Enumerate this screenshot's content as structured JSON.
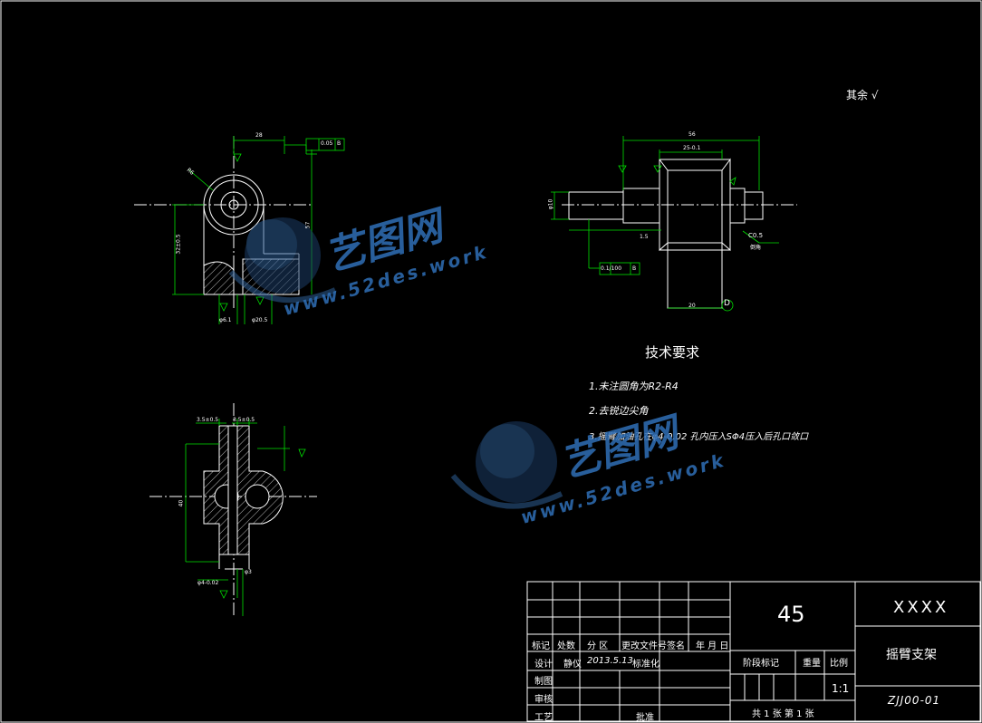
{
  "roughness_note": "其余 √",
  "tech": {
    "title": "技术要求",
    "items": [
      "1.未注圆角为R2-R4",
      "2.去锐边尖角",
      "3.摇臂加油孔在φ4-0.02 孔内压入SΦ4压入后孔口敛口"
    ]
  },
  "title_block": {
    "material": "45",
    "company": "XXXX",
    "part_name": "摇臂支架",
    "drawing_no": "ZJJ00-01",
    "scale_label": "比例",
    "scale": "1:1",
    "weight_label": "重量",
    "stage_label": "阶段标记",
    "sheet_info": "共 1 张  第 1 张",
    "headers": [
      "标记",
      "处数",
      "分 区",
      "更改文件号",
      "签名",
      "年 月 日"
    ],
    "design_label": "设计",
    "designer": "静仪",
    "date": "2013.5.13",
    "standardize": "标准化",
    "draw_label": "制图",
    "check_label": "审核",
    "process_label": "工艺",
    "approve_label": "批准"
  },
  "watermark": {
    "brand": "艺图网",
    "url": "www.52des.work"
  },
  "dims": {
    "front_top": "28",
    "front_tol": "0.05",
    "front_tol_ref": "B",
    "front_h1": "32±0.5",
    "front_h2": "57",
    "front_d1": "φ6.1",
    "front_d2": "φ20.5",
    "front_r": "R6",
    "side_len": "56",
    "side_mid": "25-0.1",
    "side_tol": "0.1/100",
    "side_tol_ref": "B",
    "side_d": "φ10",
    "side_15": "1.5",
    "side_c": "C0.5",
    "side_c2": "倒角",
    "side_bot": "20",
    "side_ref": "D",
    "sec_w1": "3.5±0.5",
    "sec_w2": "3.5±0.5",
    "sec_h": "40",
    "sec_d": "φ4-0.02",
    "sec_d2": "φ3"
  }
}
